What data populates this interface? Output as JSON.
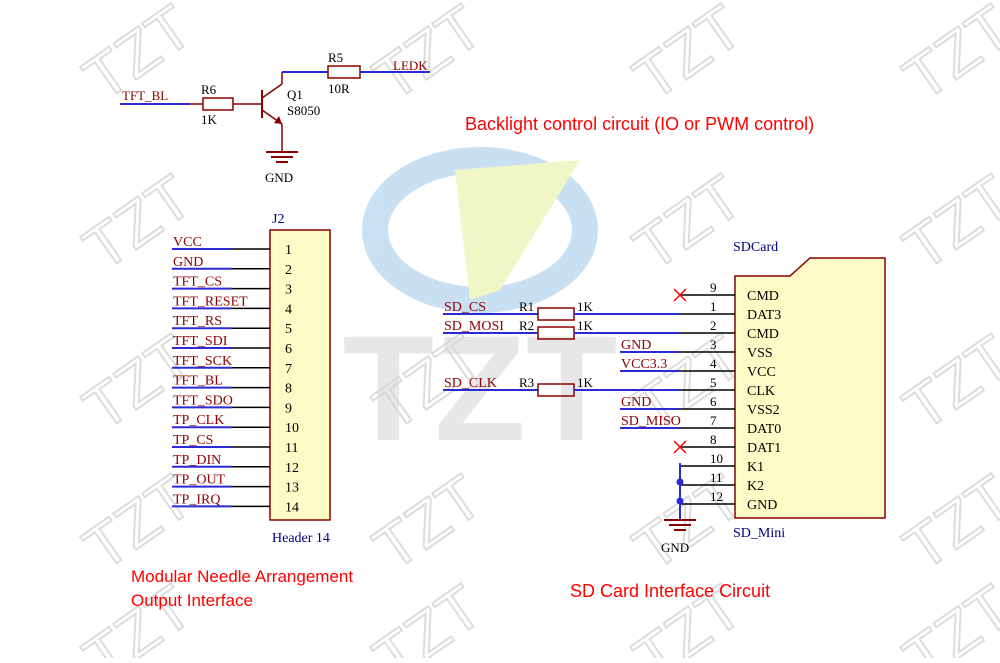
{
  "colors": {
    "wire": "#2b2bd6",
    "label": "#8b0000",
    "component": "#8b0000",
    "pin": "#000000",
    "body_fill": "#fffbc6",
    "caption": "#ff0000",
    "watermark": "#dddddd"
  },
  "watermark": {
    "text": "TZT",
    "logo_text": "TZT"
  },
  "backlight": {
    "input_net": "TFT_BL",
    "r6_ref": "R6",
    "r6_value": "1K",
    "q1_ref": "Q1",
    "q1_part": "S8050",
    "r5_ref": "R5",
    "r5_value": "10R",
    "output_net": "LEDK",
    "gnd_label": "GND",
    "caption": "Backlight control circuit (IO or PWM control)"
  },
  "header": {
    "ref": "J2",
    "part": "Header 14",
    "pins": [
      {
        "num": "1",
        "net": "VCC"
      },
      {
        "num": "2",
        "net": "GND"
      },
      {
        "num": "3",
        "net": "TFT_CS"
      },
      {
        "num": "4",
        "net": "TFT_RESET"
      },
      {
        "num": "5",
        "net": "TFT_RS"
      },
      {
        "num": "6",
        "net": "TFT_SDI"
      },
      {
        "num": "7",
        "net": "TFT_SCK"
      },
      {
        "num": "8",
        "net": "TFT_BL"
      },
      {
        "num": "9",
        "net": "TFT_SDO"
      },
      {
        "num": "10",
        "net": "TP_CLK"
      },
      {
        "num": "11",
        "net": "TP_CS"
      },
      {
        "num": "12",
        "net": "TP_DIN"
      },
      {
        "num": "13",
        "net": "TP_OUT"
      },
      {
        "num": "14",
        "net": "TP_IRQ"
      }
    ],
    "caption_line1": "Modular Needle Arrangement",
    "caption_line2": "Output Interface"
  },
  "sdcard": {
    "ref": "SDCard",
    "part": "SD_Mini",
    "gnd_label": "GND",
    "caption": "SD Card Interface Circuit",
    "pins": [
      {
        "num": "9",
        "name": "CMD",
        "net": "",
        "nc": true
      },
      {
        "num": "1",
        "name": "DAT3",
        "net": "SD_CS",
        "res_ref": "R1",
        "res_val": "1K"
      },
      {
        "num": "2",
        "name": "CMD",
        "net": "SD_MOSI",
        "res_ref": "R2",
        "res_val": "1K"
      },
      {
        "num": "3",
        "name": "VSS",
        "net": "GND"
      },
      {
        "num": "4",
        "name": "VCC",
        "net": "VCC3.3"
      },
      {
        "num": "5",
        "name": "CLK",
        "net": "SD_CLK",
        "res_ref": "R3",
        "res_val": "1K"
      },
      {
        "num": "6",
        "name": "VSS2",
        "net": "GND"
      },
      {
        "num": "7",
        "name": "DAT0",
        "net": "SD_MISO"
      },
      {
        "num": "8",
        "name": "DAT1",
        "net": "",
        "nc": true
      },
      {
        "num": "10",
        "name": "K1",
        "net": ""
      },
      {
        "num": "11",
        "name": "K2",
        "net": ""
      },
      {
        "num": "12",
        "name": "GND",
        "net": ""
      }
    ]
  }
}
